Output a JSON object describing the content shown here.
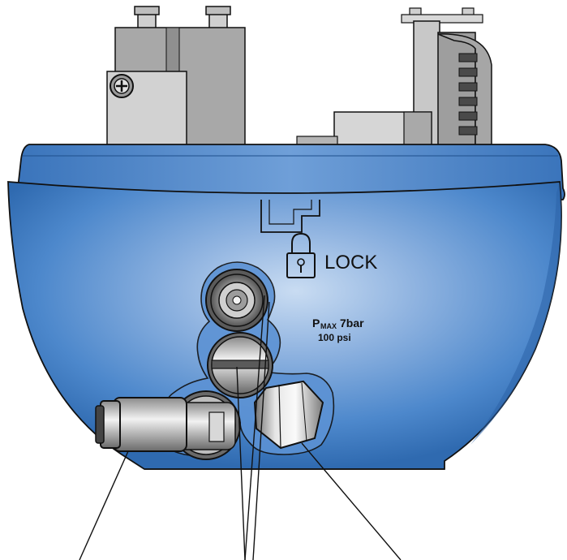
{
  "labels": {
    "lock": "LOCK",
    "pressure_symbol": "P",
    "pressure_subscript": "MAX",
    "pressure_bar": "7bar",
    "pressure_psi": "100 psi"
  },
  "colors": {
    "housing_blue": "#3f7fc6",
    "housing_blue_dark": "#2c63a8",
    "housing_highlight": "#c9dcf2",
    "component_grey": "#c4c4c4",
    "component_dark": "#7a7a7a",
    "outline": "#111111"
  },
  "icons": {
    "lock": "padlock-icon",
    "screw": "phillips-screw-icon"
  }
}
